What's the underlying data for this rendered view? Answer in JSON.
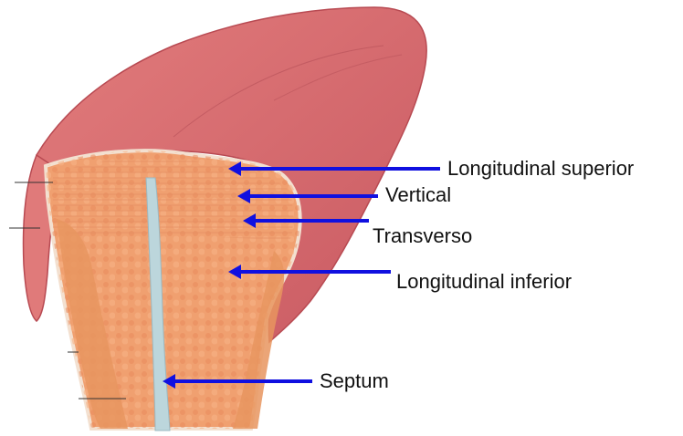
{
  "labels": {
    "longitudinal_superior": "Longitudinal superior",
    "vertical": "Vertical",
    "transverso": "Transverso",
    "longitudinal_inferior": "Longitudinal inferior",
    "septum": "Septum"
  },
  "colors": {
    "arrow": "#1010e0",
    "tongue_surface": "#d96a6e",
    "tongue_edge": "#b84a52",
    "muscle": "#f0a070",
    "muscle_dark": "#d9804e",
    "septum": "#bcd6dc",
    "label_text": "#111111"
  }
}
